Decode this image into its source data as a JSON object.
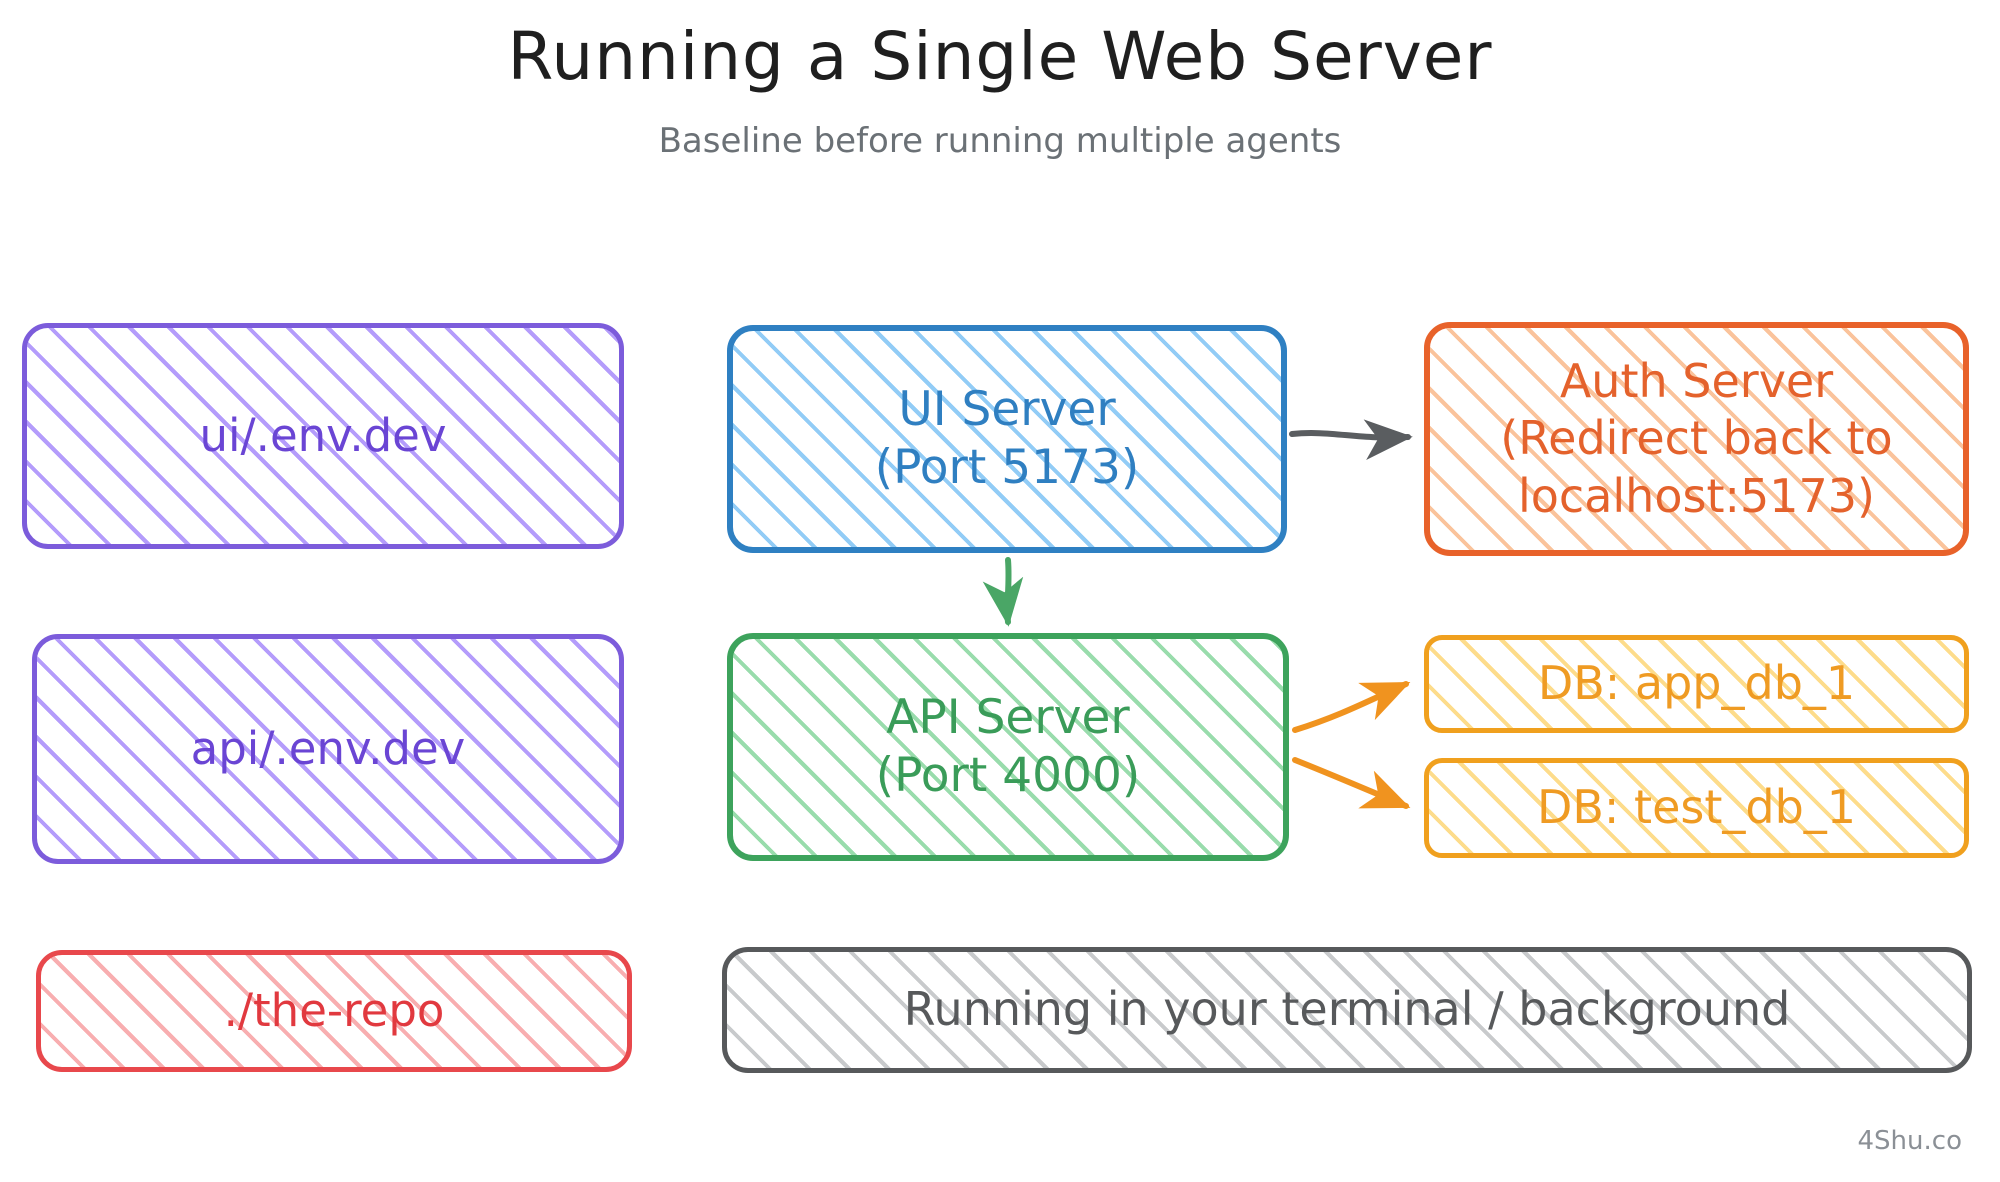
{
  "header": {
    "title": "Running a Single Web Server",
    "subtitle": "Baseline before running multiple agents"
  },
  "colors": {
    "purple": "#6a45d4",
    "blue": "#2f7fc1",
    "green": "#3a9c59",
    "orange": "#e4622c",
    "amber": "#ef9b23",
    "red": "#e1393f",
    "gray": "#57595b",
    "title": "#1f1f1f",
    "subtitle": "#6b7176",
    "edge_gray": "#5a5d60",
    "edge_green": "#4aa666",
    "edge_orange": "#f0931f"
  },
  "nodes": {
    "ui_env": "ui/.env.dev",
    "api_env": "api/.env.dev",
    "repo": "./the-repo",
    "ui_server": "UI Server\n(Port 5173)",
    "api_server": "API Server\n(Port 4000)",
    "auth_server": "Auth Server\n(Redirect back to\nlocalhost:5173)",
    "db_app": "DB: app_db_1",
    "db_test": "DB: test_db_1",
    "terminal": "Running in your terminal / background"
  },
  "edges": [
    {
      "name": "ui-to-auth",
      "from": "ui_server",
      "to": "auth_server",
      "color": "#5a5d60",
      "label": ""
    },
    {
      "name": "ui-to-api",
      "from": "ui_server",
      "to": "api_server",
      "color": "#4aa666",
      "label": ""
    },
    {
      "name": "api-to-db-app",
      "from": "api_server",
      "to": "db_app",
      "color": "#f0931f",
      "label": ""
    },
    {
      "name": "api-to-db-test",
      "from": "api_server",
      "to": "db_test",
      "color": "#f0931f",
      "label": ""
    }
  ],
  "watermark": "4Shu.co"
}
